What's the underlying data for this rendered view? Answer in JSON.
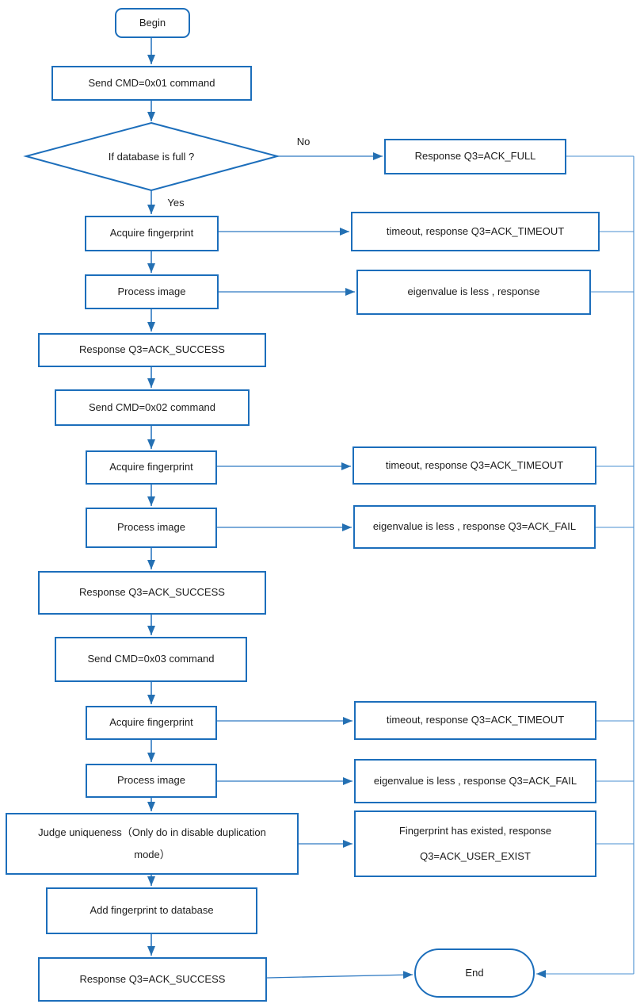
{
  "colors": {
    "shape_border": "#1c6ebb",
    "connector": "#2e79c2",
    "collector_line": "#4a8fd0",
    "arrowhead": "#2470b3",
    "text": "#1c1c1c",
    "background": "#ffffff"
  },
  "labels": {
    "no": "No",
    "yes": "Yes"
  },
  "nodes": {
    "begin": {
      "label": "Begin"
    },
    "send_cmd_0x01": {
      "label": "Send CMD=0x01 command"
    },
    "db_full_decision": {
      "label": "If database is full ?"
    },
    "acquire_fp_1": {
      "label": "Acquire fingerprint"
    },
    "process_img_1": {
      "label": "Process image"
    },
    "resp_success_1": {
      "label": "Response Q3=ACK_SUCCESS"
    },
    "send_cmd_0x02": {
      "label": "Send CMD=0x02 command"
    },
    "acquire_fp_2": {
      "label": "Acquire fingerprint"
    },
    "process_img_2": {
      "label": "Process image"
    },
    "resp_success_2": {
      "label": "Response Q3=ACK_SUCCESS"
    },
    "send_cmd_0x03": {
      "label": "Send CMD=0x03 command"
    },
    "acquire_fp_3": {
      "label": "Acquire fingerprint"
    },
    "process_img_3": {
      "label": "Process image"
    },
    "judge_uniqueness": {
      "lines": [
        "Judge uniqueness（Only do in disable duplication",
        "mode）"
      ]
    },
    "add_fp_db": {
      "label": "Add fingerprint to database"
    },
    "resp_success_final": {
      "label": "Response Q3=ACK_SUCCESS"
    },
    "resp_ack_full": {
      "label": "Response Q3=ACK_FULL"
    },
    "timeout_1": {
      "label": "timeout, response Q3=ACK_TIMEOUT"
    },
    "eigen_1": {
      "label": "eigenvalue is less , response"
    },
    "timeout_2": {
      "label": "timeout, response Q3=ACK_TIMEOUT"
    },
    "eigen_2": {
      "label": "eigenvalue is less , response Q3=ACK_FAIL"
    },
    "timeout_3": {
      "label": "timeout, response Q3=ACK_TIMEOUT"
    },
    "eigen_3": {
      "label": "eigenvalue is less , response Q3=ACK_FAIL"
    },
    "fp_exists": {
      "lines": [
        "Fingerprint has existed, response",
        "Q3=ACK_USER_EXIST"
      ]
    },
    "end": {
      "label": "End"
    }
  }
}
